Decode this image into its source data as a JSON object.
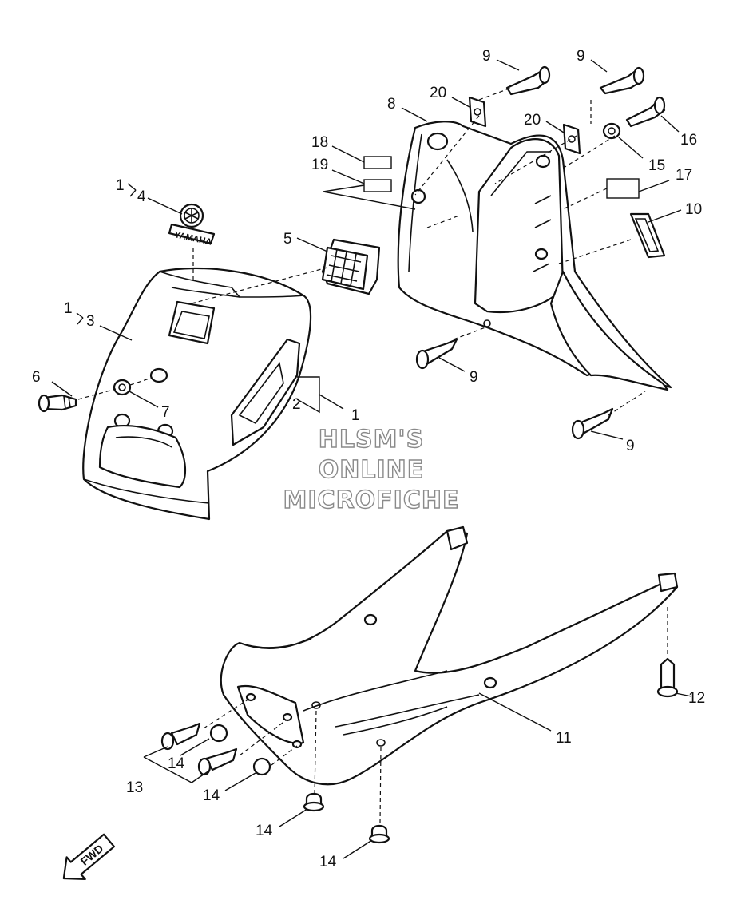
{
  "diagram": {
    "callouts": {
      "c1a": "1",
      "c4": "4",
      "c1b": "1",
      "c3": "3",
      "c5": "5",
      "c6": "6",
      "c7": "7",
      "c2": "2",
      "c1c": "1",
      "c8": "8",
      "c9a": "9",
      "c9b": "9",
      "c9c": "9",
      "c9d": "9",
      "c20a": "20",
      "c20b": "20",
      "c18": "18",
      "c19": "19",
      "c15": "15",
      "c16": "16",
      "c17": "17",
      "c10": "10",
      "c11": "11",
      "c12": "12",
      "c13": "13",
      "c14a": "14",
      "c14b": "14",
      "c14c": "14",
      "c14d": "14"
    },
    "logo_text": "YAMAHA",
    "watermark": [
      "HLSM'S",
      "ONLINE",
      "MICROFICHE"
    ],
    "fwd_label": "FWD",
    "line_color": "#111111",
    "watermark_color": "#8a8a8a"
  }
}
